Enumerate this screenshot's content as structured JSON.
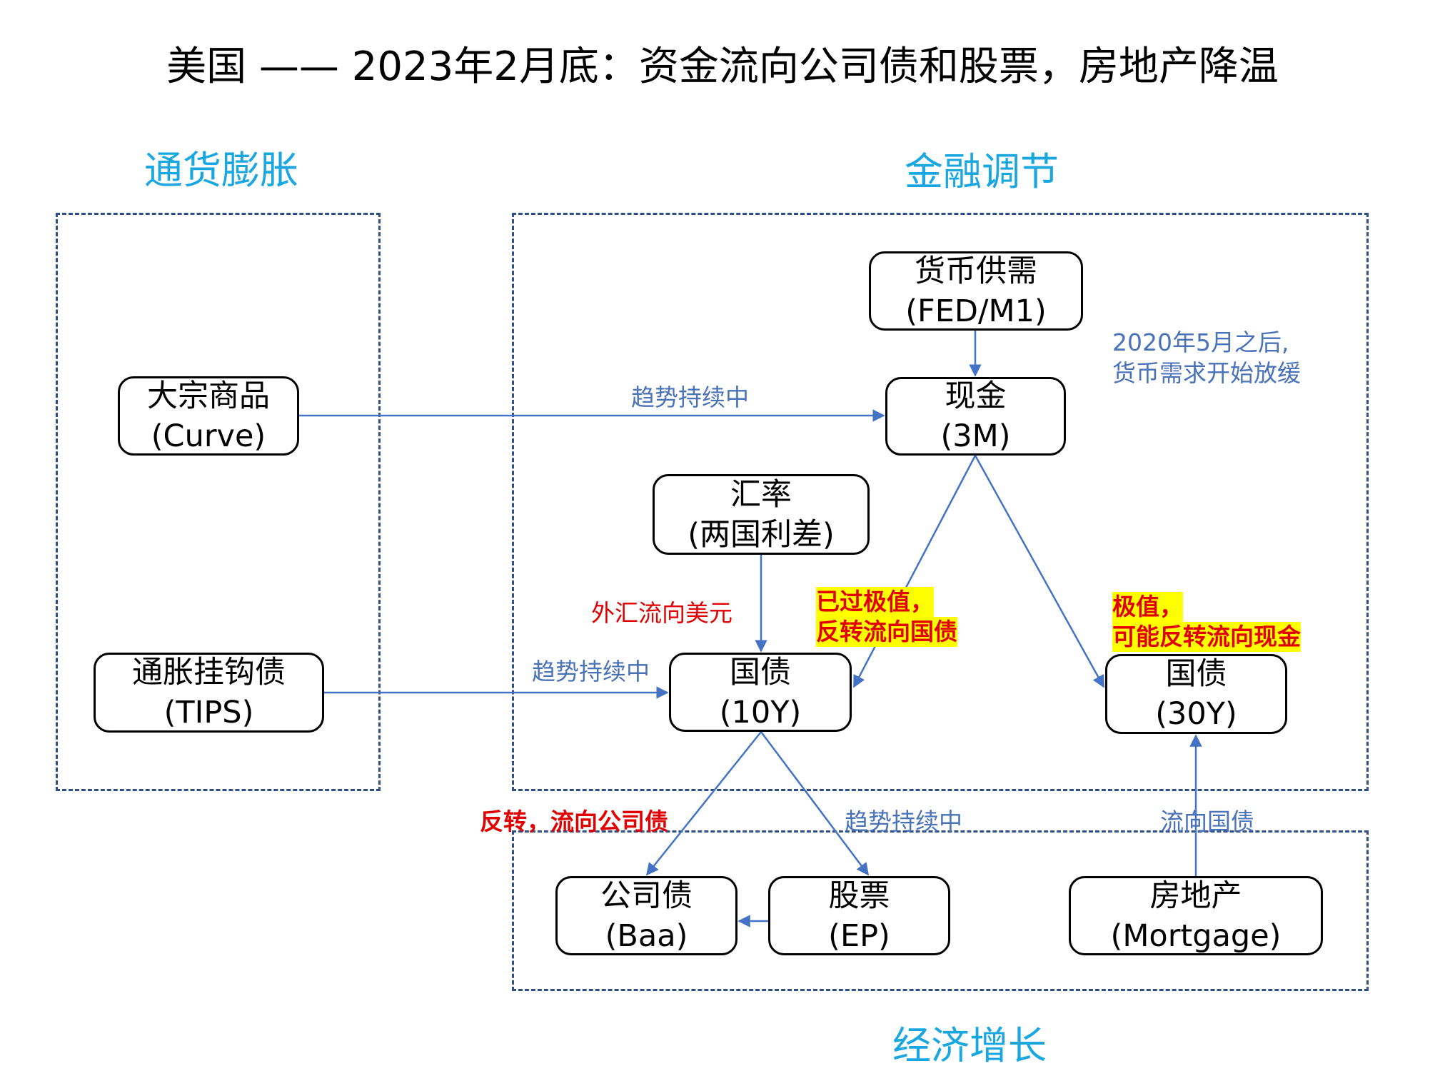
{
  "title": "美国 —— 2023年2月底：资金流向公司债和股票，房地产降温",
  "sections": {
    "inflation": "通货膨胀",
    "financial": "金融调节",
    "growth": "经济增长"
  },
  "nodes": {
    "money_supply": {
      "name": "货币供需",
      "code": "(FED/M1)"
    },
    "cash": {
      "name": "现金",
      "code": "(3M)"
    },
    "commodity": {
      "name": "大宗商品",
      "code": "(Curve)"
    },
    "fx": {
      "name": "汇率",
      "code": "(两国利差)"
    },
    "tips": {
      "name": "通胀挂钩债",
      "code": "(TIPS)"
    },
    "treasury_10y": {
      "name": "国债",
      "code": "(10Y)"
    },
    "treasury_30y": {
      "name": "国债",
      "code": "(30Y)"
    },
    "corporate_bond": {
      "name": "公司债",
      "code": "(Baa)"
    },
    "stock": {
      "name": "股票",
      "code": "(EP)"
    },
    "real_estate": {
      "name": "房地产",
      "code": "(Mortgage)"
    }
  },
  "annotations": {
    "money_note_line1": "2020年5月之后,",
    "money_note_line2": "货币需求开始放缓",
    "commodity_to_cash": "趋势持续中",
    "tips_to_10y": "趋势持续中",
    "fx_to_10y": "外汇流向美元",
    "cash_10y_line1": "已过极值，",
    "cash_10y_line2": "反转流向国债",
    "cash_30y_line1": "极值，",
    "cash_30y_line2": "可能反转流向现金",
    "to_corporate": "反转，流向公司债",
    "to_stock": "趋势持续中",
    "realestate_to_30y": "流向国债"
  },
  "colors": {
    "section": "#1aa7e0",
    "arrow": "#4472c4",
    "note_blue": "#4a72b8",
    "note_red": "#e00000",
    "highlight": "#ffff00",
    "dashed_border": "#2f4f86"
  }
}
